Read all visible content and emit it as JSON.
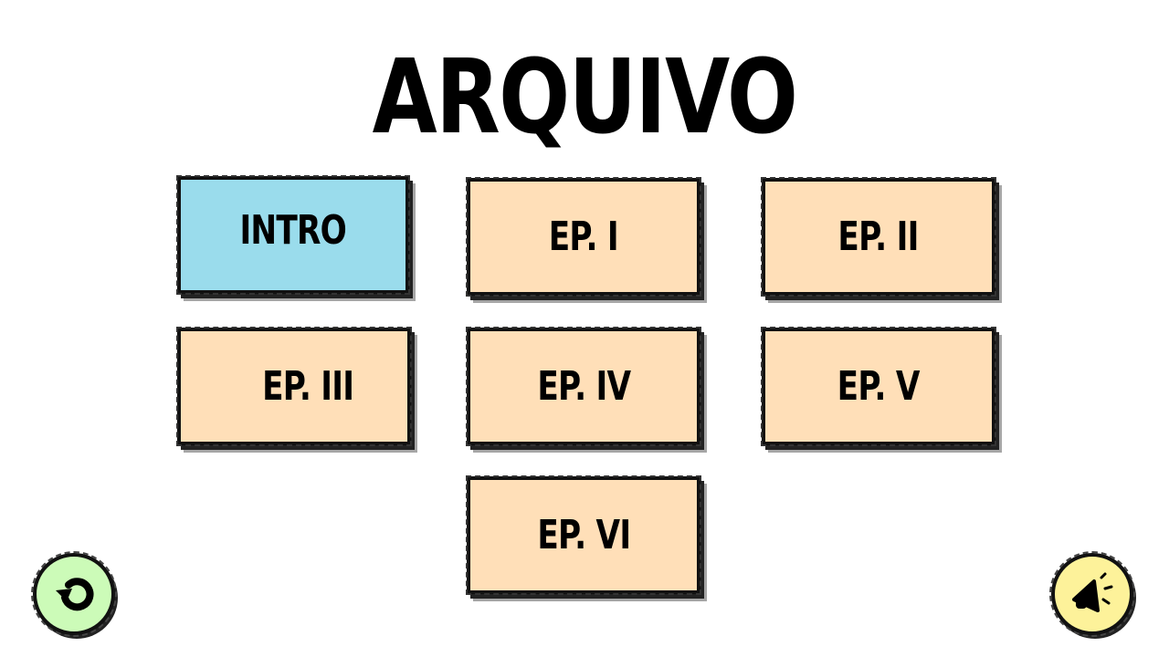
{
  "title": "ARQUIVO",
  "colors": {
    "selected": "#9adcec",
    "normal": "#ffdfb8",
    "back_button": "#ccfbb8",
    "sound_button": "#fdf29a"
  },
  "episodes": [
    {
      "label": "INTRO",
      "state": "selected"
    },
    {
      "label": "EP. I",
      "state": "normal"
    },
    {
      "label": "EP. II",
      "state": "normal"
    },
    {
      "label": "EP. III",
      "state": "normal"
    },
    {
      "label": "EP. IV",
      "state": "normal"
    },
    {
      "label": "EP. V",
      "state": "normal"
    },
    {
      "label": "EP. VI",
      "state": "normal"
    }
  ],
  "buttons": {
    "back_icon": "back-arrow-icon",
    "sound_icon": "speaker-icon"
  }
}
